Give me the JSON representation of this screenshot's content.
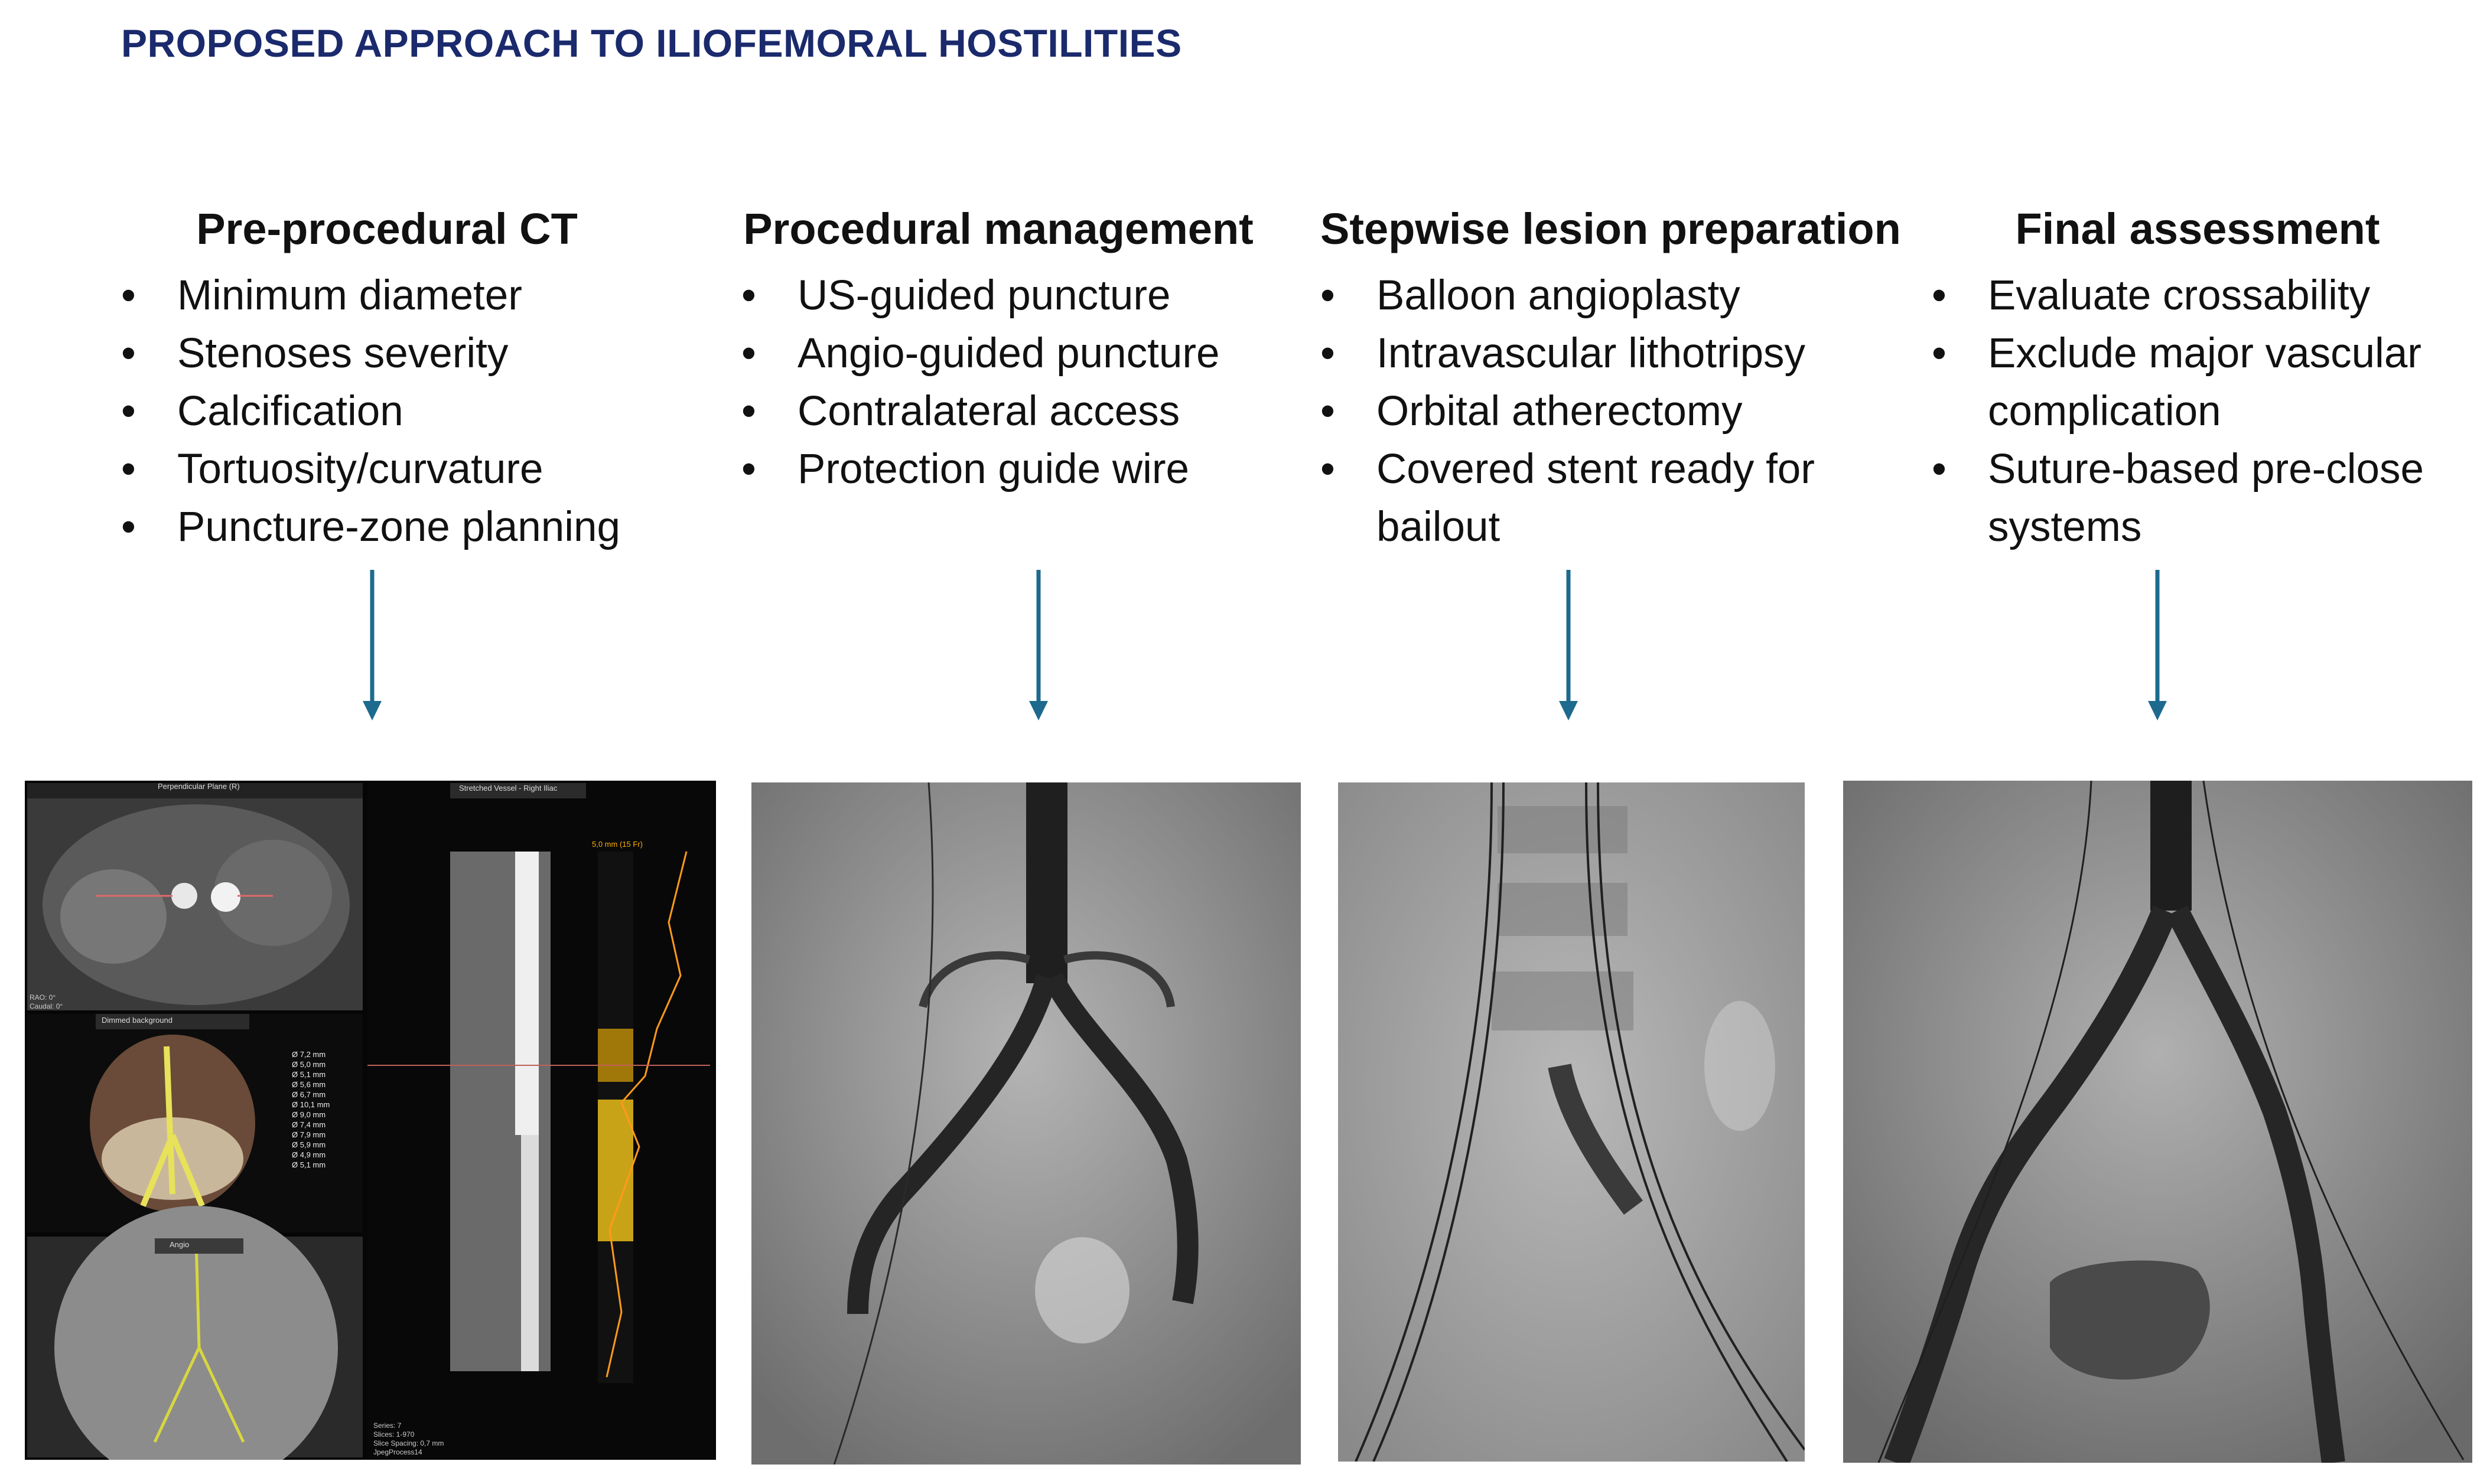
{
  "title": "PROPOSED APPROACH TO ILIOFEMORAL HOSTILITIES",
  "colors": {
    "title": "#1a2a6c",
    "arrow": "#1d6a8e",
    "text": "#111111"
  },
  "columns": [
    {
      "heading": "Pre-procedural CT",
      "items": [
        "Minimum diameter",
        "Stenoses severity",
        "Calcification",
        "Tortuosity/curvature",
        "Puncture-zone planning"
      ]
    },
    {
      "heading": "Procedural management",
      "items": [
        "US-guided puncture",
        "Angio-guided puncture",
        "Contralateral access",
        "Protection guide wire"
      ]
    },
    {
      "heading": "Stepwise lesion preparation",
      "items": [
        "Balloon angioplasty",
        "Intravascular lithotripsy",
        "Orbital atherectomy",
        "Covered stent ready for",
        "bailout"
      ]
    },
    {
      "heading": "Final assessment",
      "items": [
        "Evaluate crossability",
        "Exclude major vascular",
        "complication",
        "Suture-based pre-close",
        "systems"
      ]
    }
  ],
  "bullet": "•",
  "images": [
    {
      "description_icon": "ct-workstation-screenshot",
      "labels": {
        "top_view": "Perpendicular Plane (R)",
        "vessel_view": "Stretched Vessel - Right Iliac",
        "dimmed": "Dimmed background",
        "angio": "Angio",
        "diam_top": "5,0 mm (15 Fr)",
        "rao": "RAO: 0°",
        "caudal": "Caudal: 0°",
        "series": "Series: 7",
        "slices": "Slices: 1-970",
        "spacing": "Slice Spacing: 0,7 mm",
        "process": "JpegProcess14"
      },
      "diameters": [
        "Ø 7,2 mm",
        "Ø 5,0 mm",
        "Ø 5,1 mm",
        "Ø 5,6 mm",
        "Ø 6,7 mm",
        "Ø 10,1 mm",
        "Ø 9,0 mm",
        "Ø 7,4 mm",
        "Ø 7,9 mm",
        "Ø 5,9 mm",
        "Ø 4,9 mm",
        "Ø 5,1 mm"
      ]
    },
    {
      "description_icon": "angiogram-procedural"
    },
    {
      "description_icon": "angiogram-lesion-prep"
    },
    {
      "description_icon": "angiogram-final"
    }
  ]
}
